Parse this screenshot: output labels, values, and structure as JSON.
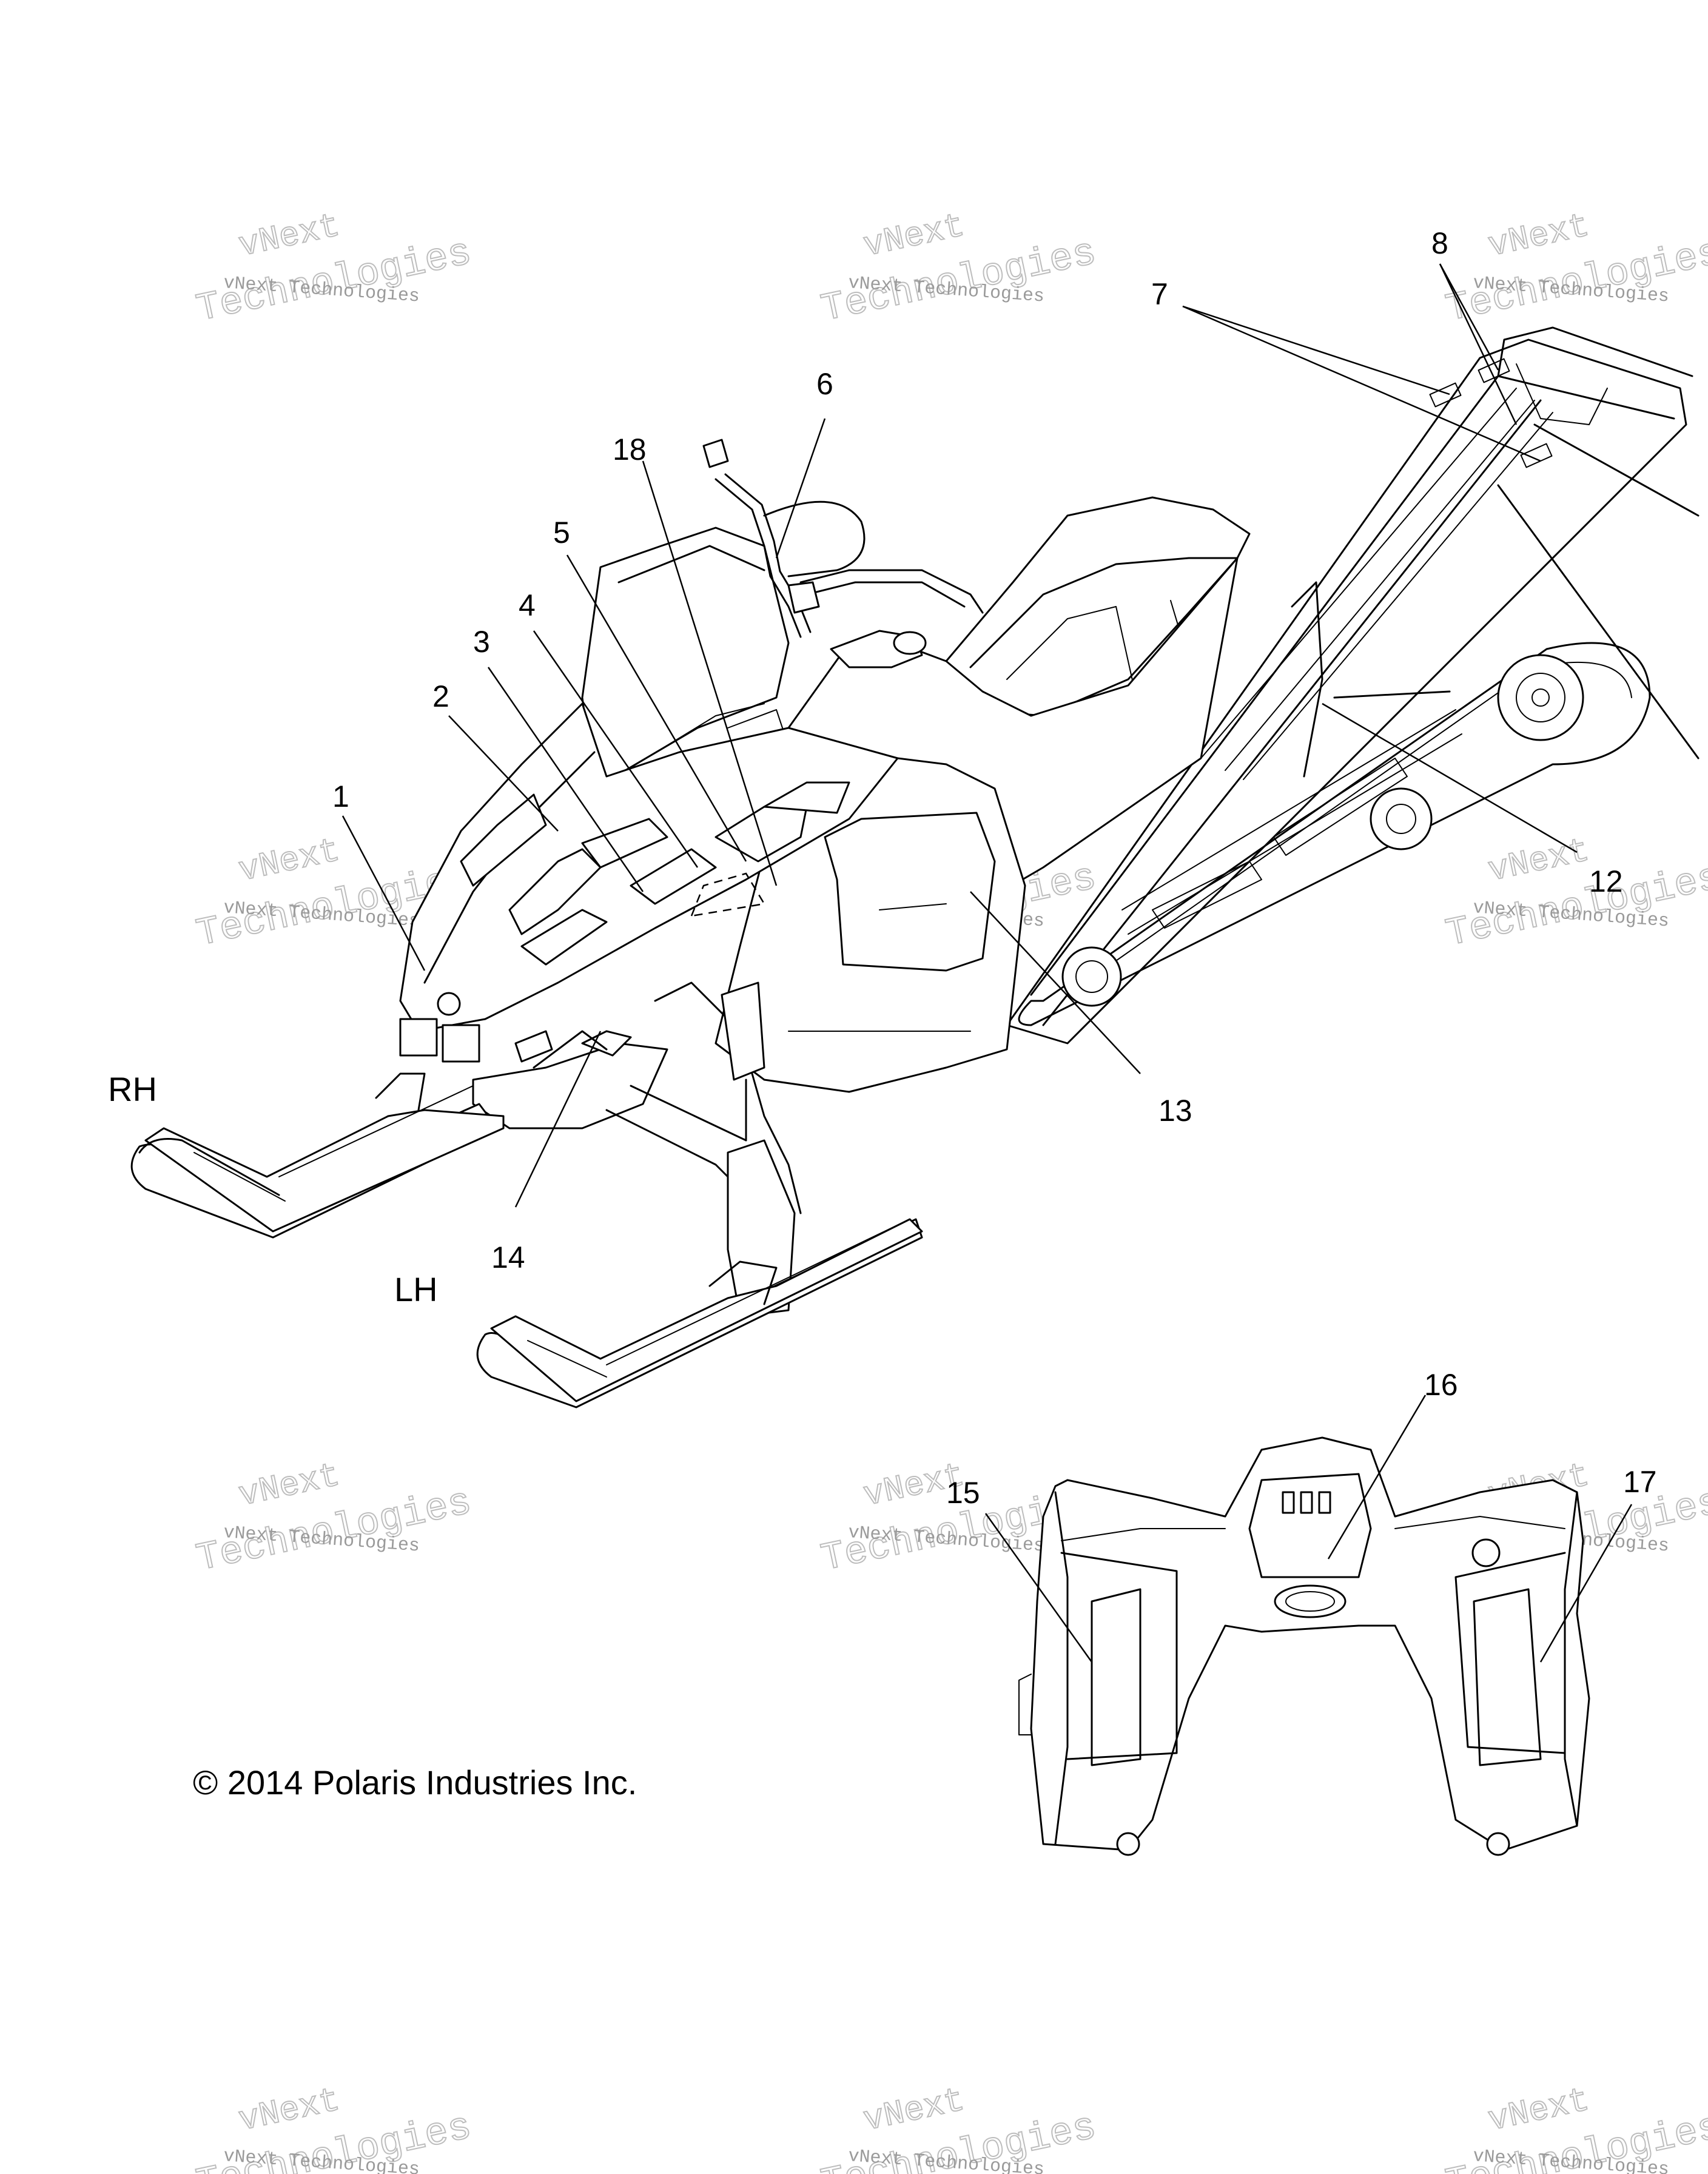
{
  "callouts": {
    "c1": "1",
    "c2": "2",
    "c3": "3",
    "c4": "4",
    "c5": "5",
    "c6": "6",
    "c7": "7",
    "c8": "8",
    "c12": "12",
    "c13": "13",
    "c14": "14",
    "c15": "15",
    "c16": "16",
    "c17": "17",
    "c18": "18"
  },
  "side_labels": {
    "rh": "RH",
    "lh": "LH"
  },
  "copyright": "© 2014 Polaris Industries Inc.",
  "watermark": {
    "small": "vNext Technologies",
    "large_top": "vNext",
    "large_bottom": "Technologies"
  }
}
